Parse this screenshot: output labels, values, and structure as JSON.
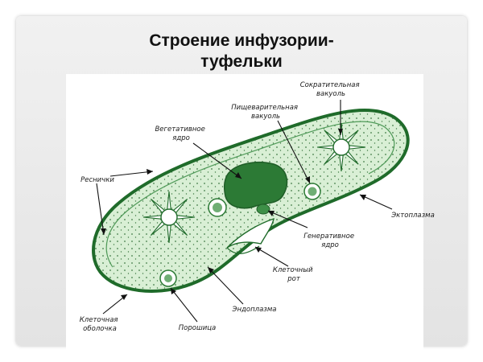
{
  "title": {
    "line1": "Строение инфузории-",
    "line2": "туфельки"
  },
  "labels": {
    "contractile_vacuole": [
      "Сократительная",
      "вакуоль"
    ],
    "digestive_vacuole": [
      "Пищеварительная",
      "вакуоль"
    ],
    "vegetative_nucleus": [
      "Вегетативное",
      "ядро"
    ],
    "cilia": [
      "Реснички"
    ],
    "ectoplasm": [
      "Эктоплазма"
    ],
    "generative_nucleus": [
      "Генеративное",
      "ядро"
    ],
    "cell_mouth": [
      "Клеточный",
      "рот"
    ],
    "endoplasm": [
      "Эндоплазма"
    ],
    "cell_membrane": [
      "Клеточная",
      "оболочка"
    ],
    "cytoproct": [
      "Порошица"
    ]
  },
  "colors": {
    "body_fill": "#d9efd5",
    "outline": "#1f6b2a",
    "nucleus": "#2c7a35",
    "cilia": "#3a4a3a"
  }
}
